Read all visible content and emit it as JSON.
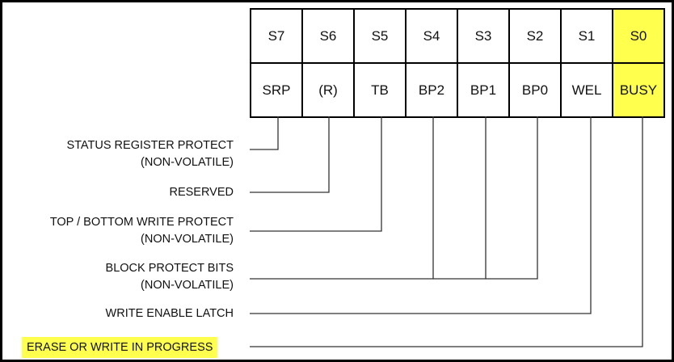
{
  "register": {
    "bits": [
      {
        "bit": "S7",
        "name": "SRP"
      },
      {
        "bit": "S6",
        "name": "(R)"
      },
      {
        "bit": "S5",
        "name": "TB"
      },
      {
        "bit": "S4",
        "name": "BP2"
      },
      {
        "bit": "S3",
        "name": "BP1"
      },
      {
        "bit": "S2",
        "name": "BP0"
      },
      {
        "bit": "S1",
        "name": "WEL"
      },
      {
        "bit": "S0",
        "name": "BUSY"
      }
    ],
    "highlight_color": "#ffff4d"
  },
  "labels": {
    "srp": [
      "STATUS REGISTER PROTECT",
      "(NON-VOLATILE)"
    ],
    "reserved": "RESERVED",
    "tb": [
      "TOP / BOTTOM WRITE PROTECT",
      "(NON-VOLATILE)"
    ],
    "bp": [
      "BLOCK PROTECT BITS",
      "(NON-VOLATILE)"
    ],
    "wel": "WRITE ENABLE LATCH",
    "busy": "ERASE OR WRITE IN PROGRESS"
  }
}
